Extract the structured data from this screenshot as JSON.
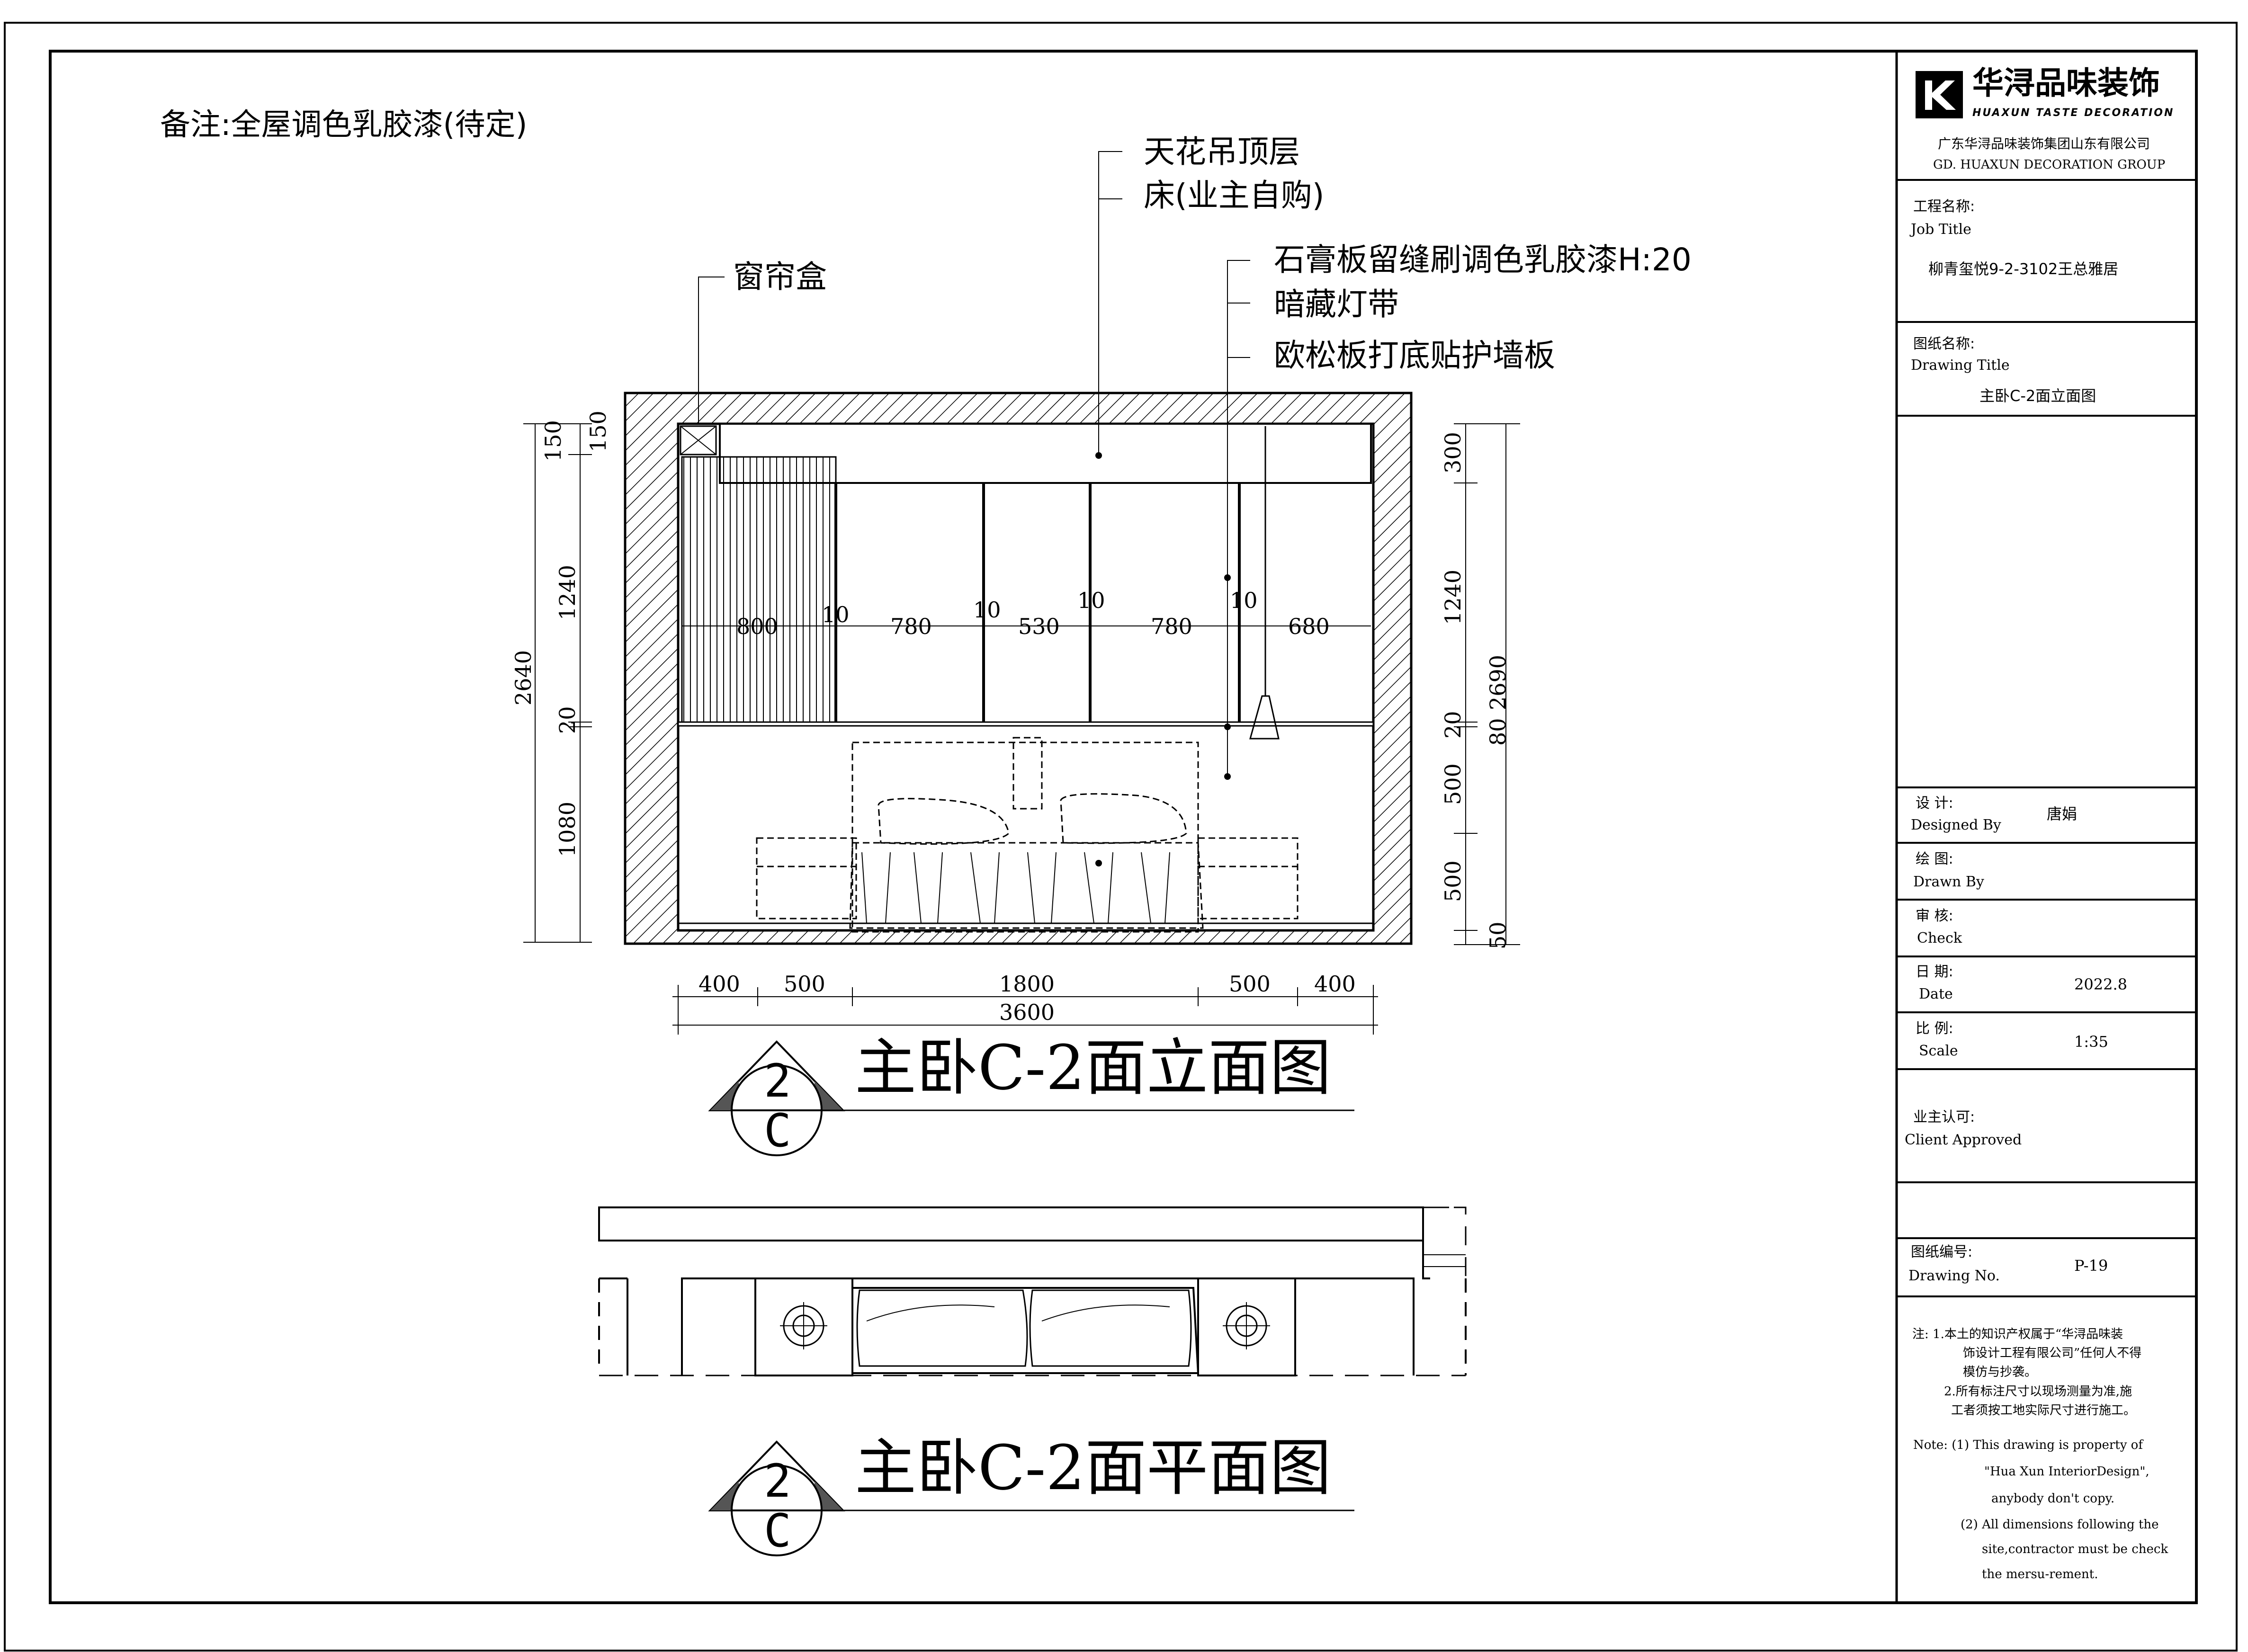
{
  "remark": "备注:全屋调色乳胶漆(待定)",
  "callouts": {
    "ceiling": "天花吊顶层",
    "bed": "床(业主自购)",
    "curtain_box": "窗帘盒",
    "gypsum": "石膏板留缝刷调色乳胶漆H:20",
    "light_strip": "暗藏灯带",
    "osb_panel": "欧松板打底贴护墙板"
  },
  "dimensions": {
    "panel_widths": [
      "800",
      "10",
      "780",
      "10",
      "530",
      "10",
      "780",
      "10",
      "680"
    ],
    "left_heights": [
      "150",
      "150",
      "1240",
      "20",
      "1080",
      "2640"
    ],
    "right_heights": [
      "300",
      "1240",
      "20",
      "80",
      "2690",
      "500",
      "500",
      "50"
    ],
    "bottom": [
      "400",
      "500",
      "1800",
      "500",
      "400"
    ],
    "total_width": "3600"
  },
  "elevation_title": "主卧C-2面立面图",
  "plan_title": "主卧C-2面平面图",
  "section_marker": {
    "top": "2",
    "bottom": "C"
  },
  "title_block": {
    "brand": "华浔品味装饰",
    "brand_en": "HUAXUN TASTE DECORATION",
    "company_cn": "广东华浔品味装饰集团山东有限公司",
    "company_en": "GD. HUAXUN  DECORATION  GROUP",
    "job_label_cn": "工程名称:",
    "job_label_en": "Job Title",
    "job_value": "柳青玺悦9-2-3102王总雅居",
    "drawing_label_cn": "图纸名称:",
    "drawing_label_en": "Drawing Title",
    "drawing_value": "主卧C-2面立面图",
    "designed_cn": "设  计:",
    "designed_en": "Designed By",
    "designed_value": "唐娟",
    "drawn_cn": "绘  图:",
    "drawn_en": "Drawn By",
    "check_cn": "审  核:",
    "check_en": "Check",
    "date_cn": "日  期:",
    "date_en": "Date",
    "date_value": "2022.8",
    "scale_cn": "比  例:",
    "scale_en": "Scale",
    "scale_value": "1:35",
    "client_cn": "业主认可:",
    "client_en": "Client Approved",
    "drawing_no_cn": "图纸编号:",
    "drawing_no_en": "Drawing No.",
    "drawing_no_value": "P-19",
    "notes_cn": [
      "注: 1.本土的知识产权属于“华浔品味装",
      "饰设计工程有限公司”任何人不得",
      "模仿与抄袭。",
      "2.所有标注尺寸以现场测量为准,施",
      "工者须按工地实际尺寸进行施工。"
    ],
    "notes_en": [
      "Note:  (1) This drawing is property of",
      "\"Hua Xun InteriorDesign\",",
      "anybody don't copy.",
      "(2) All dimensions following the",
      "site,contractor must be check",
      "the mersu-rement."
    ]
  }
}
